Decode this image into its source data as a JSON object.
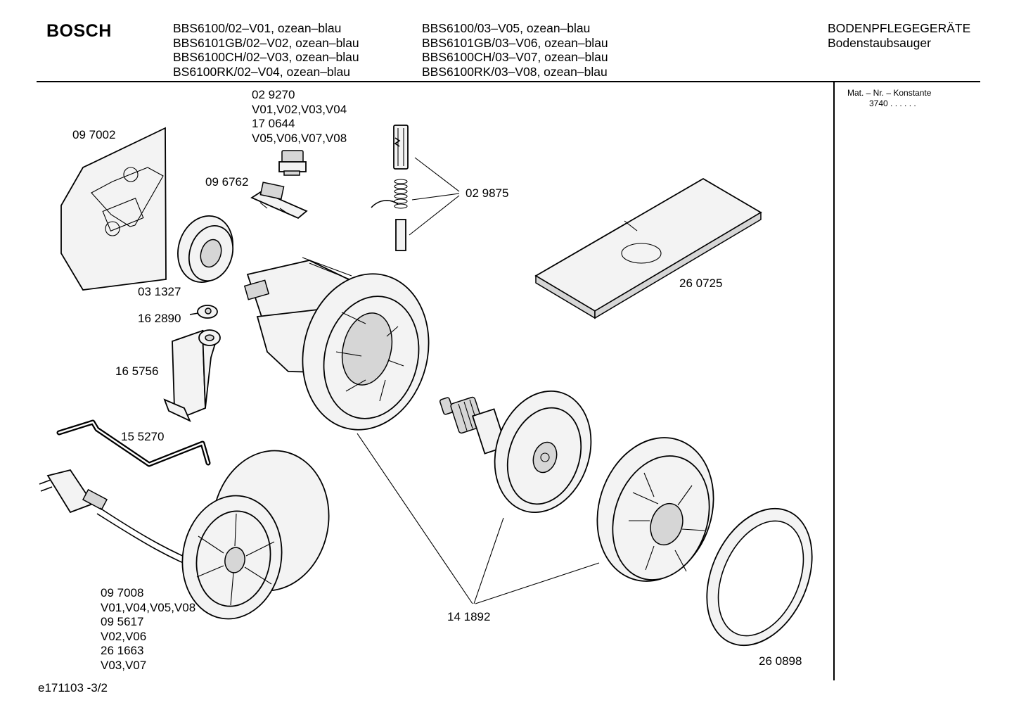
{
  "header": {
    "brand": "BOSCH",
    "models_left": [
      "BBS6100/02–V01, ozean–blau",
      "BBS6101GB/02–V02, ozean–blau",
      "BBS6100CH/02–V03, ozean–blau",
      "BS6100RK/02–V04, ozean–blau"
    ],
    "models_right": [
      "BBS6100/03–V05, ozean–blau",
      "BBS6101GB/03–V06, ozean–blau",
      "BBS6100CH/03–V07, ozean–blau",
      "BBS6100RK/03–V08, ozean–blau"
    ],
    "category": "BODENPFLEGEGERÄTE",
    "subcategory": "Bodenstaubsauger"
  },
  "sidebar": {
    "mat_title": "Mat. – Nr. – Konstante",
    "mat_value": "3740  .  .     .  .  .  ."
  },
  "labels": {
    "p_029270": [
      "02 9270",
      "V01,V02,V03,V04",
      "17 0644",
      "V05,V06,V07,V08"
    ],
    "p_097002": "09 7002",
    "p_096762": "09 6762",
    "p_029875": "02 9875",
    "p_031327": "03 1327",
    "p_162890": "16 2890",
    "p_165756": "16 5756",
    "p_155270": "15 5270",
    "p_260725": "26 0725",
    "p_cordreel": [
      "09 7008",
      "V01,V04,V05,V08",
      "09 5617",
      "V02,V06",
      "26 1663",
      "V03,V07"
    ],
    "p_141892": "14 1892",
    "p_260898": "26 0898"
  },
  "footer": {
    "drawing_no": "e171103 -3/2"
  }
}
